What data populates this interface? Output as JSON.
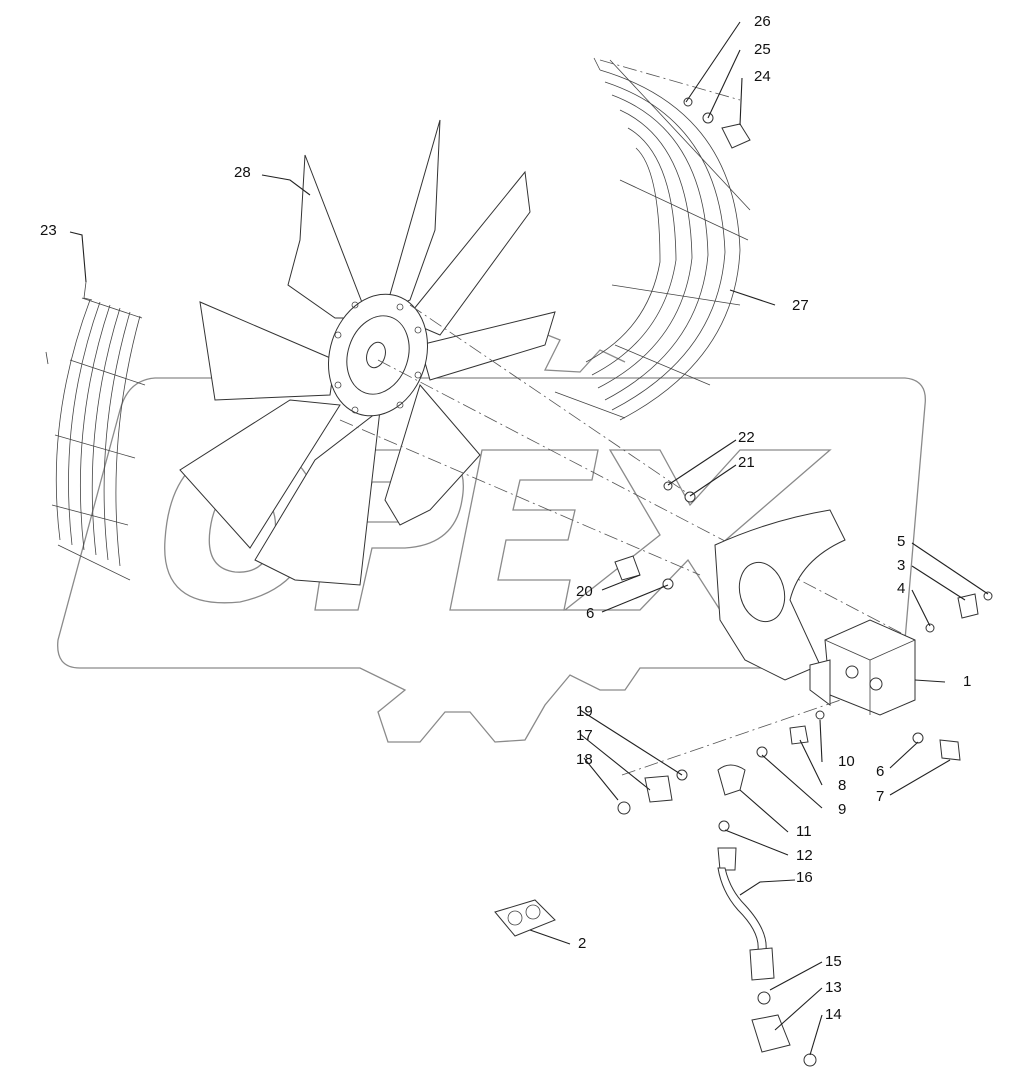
{
  "watermark": {
    "text": "OPEX",
    "color": "#8a8a8a"
  },
  "callouts": [
    {
      "id": "c1",
      "label": "1"
    },
    {
      "id": "c2",
      "label": "2"
    },
    {
      "id": "c3",
      "label": "3"
    },
    {
      "id": "c4",
      "label": "4"
    },
    {
      "id": "c5",
      "label": "5"
    },
    {
      "id": "c6a",
      "label": "6"
    },
    {
      "id": "c6b",
      "label": "6"
    },
    {
      "id": "c7",
      "label": "7"
    },
    {
      "id": "c8",
      "label": "8"
    },
    {
      "id": "c9",
      "label": "9"
    },
    {
      "id": "c10",
      "label": "10"
    },
    {
      "id": "c11",
      "label": "11"
    },
    {
      "id": "c12",
      "label": "12"
    },
    {
      "id": "c13",
      "label": "13"
    },
    {
      "id": "c14",
      "label": "14"
    },
    {
      "id": "c15",
      "label": "15"
    },
    {
      "id": "c16",
      "label": "16"
    },
    {
      "id": "c17",
      "label": "17"
    },
    {
      "id": "c18",
      "label": "18"
    },
    {
      "id": "c19",
      "label": "19"
    },
    {
      "id": "c20",
      "label": "20"
    },
    {
      "id": "c21",
      "label": "21"
    },
    {
      "id": "c22",
      "label": "22"
    },
    {
      "id": "c23",
      "label": "23"
    },
    {
      "id": "c24",
      "label": "24"
    },
    {
      "id": "c25",
      "label": "25"
    },
    {
      "id": "c26",
      "label": "26"
    },
    {
      "id": "c27",
      "label": "27"
    },
    {
      "id": "c28",
      "label": "28"
    }
  ]
}
